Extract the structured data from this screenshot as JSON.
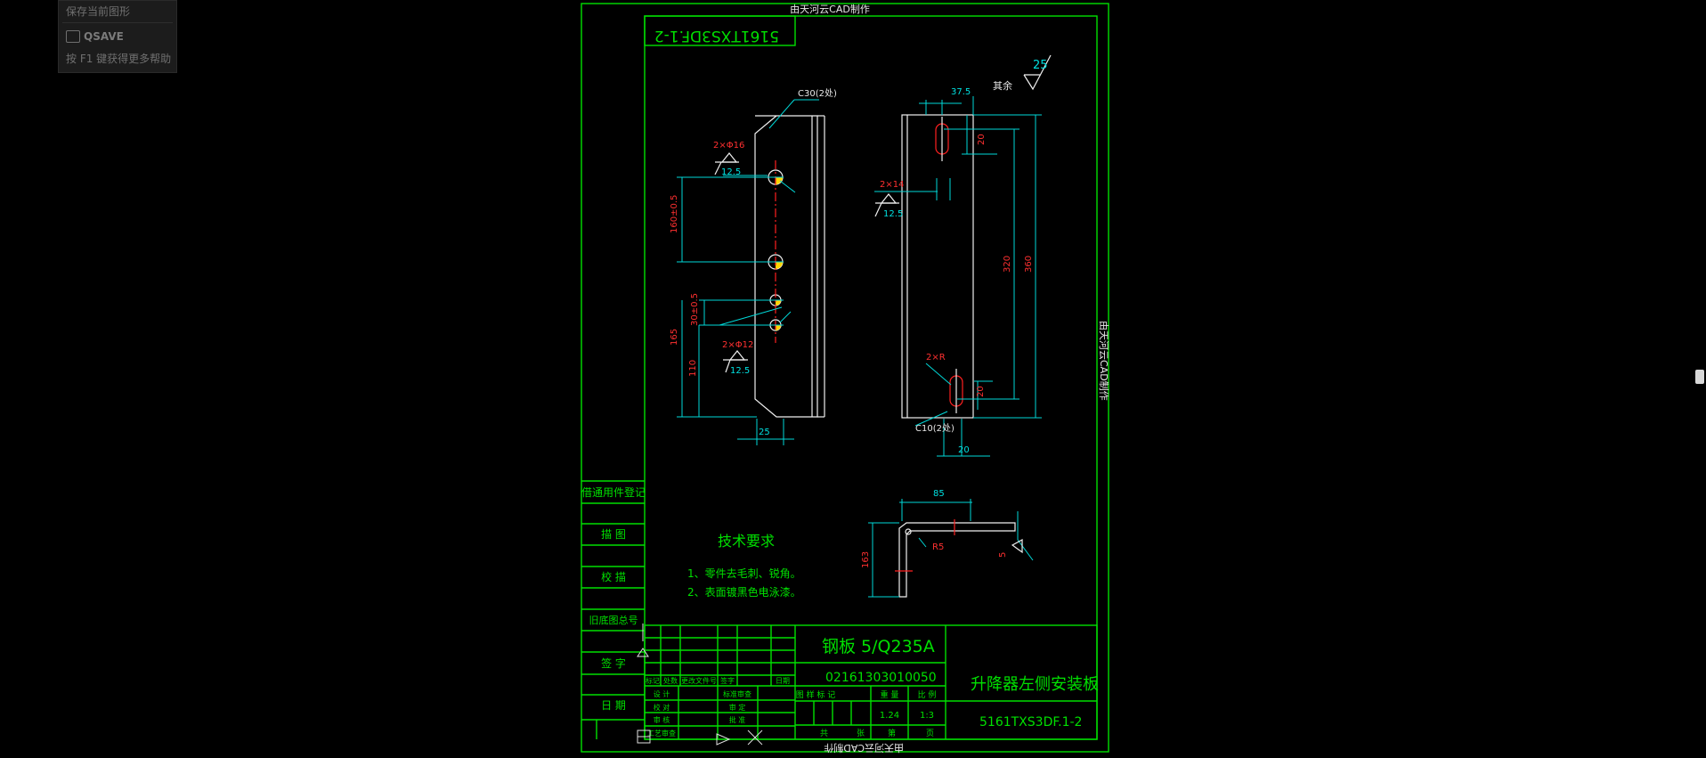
{
  "tooltip": {
    "line1": "保存当前图形",
    "command": "QSAVE",
    "line3": "按 F1 键获得更多帮助"
  },
  "watermark": {
    "top": "由天河云CAD制作",
    "right": "由天河云CAD制作",
    "bottom": "由天河云CAD制作"
  },
  "mirrored_code": "5161TXS3DF.1-2",
  "left_panel": [
    "借通用件登记",
    "描 图",
    "校 描",
    "旧底图总号",
    "签 字",
    "日 期"
  ],
  "dims": {
    "c30": "C30(2处)",
    "hole16": "2×Φ16",
    "ra125a": "12.5",
    "d160": "160±0.5",
    "d30": "30±0.5",
    "d165": "165",
    "d110": "110",
    "hole12": "2×Φ12",
    "ra125b": "12.5",
    "d25": "25",
    "d375": "37.5",
    "d20a": "20",
    "slot14": "2×14",
    "ra125c": "12.5",
    "d320": "320",
    "d360": "360",
    "r2": "2×R",
    "d20b": "20",
    "c10": "C10(2处)",
    "d20c": "20",
    "d85": "85",
    "r5": "R5",
    "d163": "163",
    "d5": "5",
    "surface": "25",
    "qiyu": "其余"
  },
  "tech": {
    "title": "技术要求",
    "req1": "1、零件去毛刺、锐角。",
    "req2": "2、表面镀黑色电泳漆。"
  },
  "title_block": {
    "material": "钢板 5/Q235A",
    "part_no": "02161303010050",
    "name": "升降器左侧安装板",
    "drawing_no": "5161TXS3DF.1-2",
    "weight": "1.24",
    "scale": "1:3",
    "lbl_mark": "图 样 标 记",
    "lbl_weight": "重 量",
    "lbl_scale": "比 例",
    "lbl_total": "共",
    "lbl_sheet": "张",
    "lbl_no": "第",
    "lbl_page": "页",
    "rev": [
      "标记",
      "处数",
      "更改文件号",
      "签字",
      "日期"
    ],
    "sign": [
      "设 计",
      "标准审查",
      "校 对",
      "审 定",
      "审 核",
      "批 准",
      "工艺审查"
    ]
  }
}
